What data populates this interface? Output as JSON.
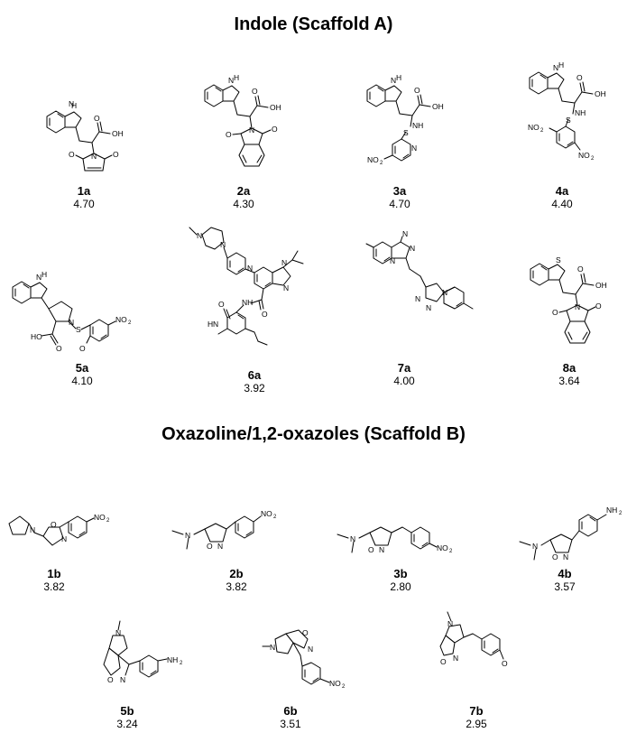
{
  "titles": {
    "scaffold_a": "Indole (Scaffold A)",
    "scaffold_b": "Oxazoline/1,2-oxazoles (Scaffold B)"
  },
  "compounds_a": [
    {
      "id": "1a",
      "value": "4.70"
    },
    {
      "id": "2a",
      "value": "4.30"
    },
    {
      "id": "3a",
      "value": "4.70"
    },
    {
      "id": "4a",
      "value": "4.40"
    },
    {
      "id": "5a",
      "value": "4.10"
    },
    {
      "id": "6a",
      "value": "3.92"
    },
    {
      "id": "7a",
      "value": "4.00"
    },
    {
      "id": "8a",
      "value": "3.64"
    }
  ],
  "compounds_b": [
    {
      "id": "1b",
      "value": "3.82"
    },
    {
      "id": "2b",
      "value": "3.82"
    },
    {
      "id": "3b",
      "value": "2.80"
    },
    {
      "id": "4b",
      "value": "3.57"
    },
    {
      "id": "5b",
      "value": "3.24"
    },
    {
      "id": "6b",
      "value": "3.51"
    },
    {
      "id": "7b",
      "value": "2.95"
    }
  ],
  "atom_labels": {
    "nh": "NH",
    "h": "H",
    "n": "N",
    "o": "O",
    "s": "S",
    "oh": "OH",
    "ho": "HO",
    "no2": "NO",
    "nh2": "NH",
    "sub2": "2"
  }
}
